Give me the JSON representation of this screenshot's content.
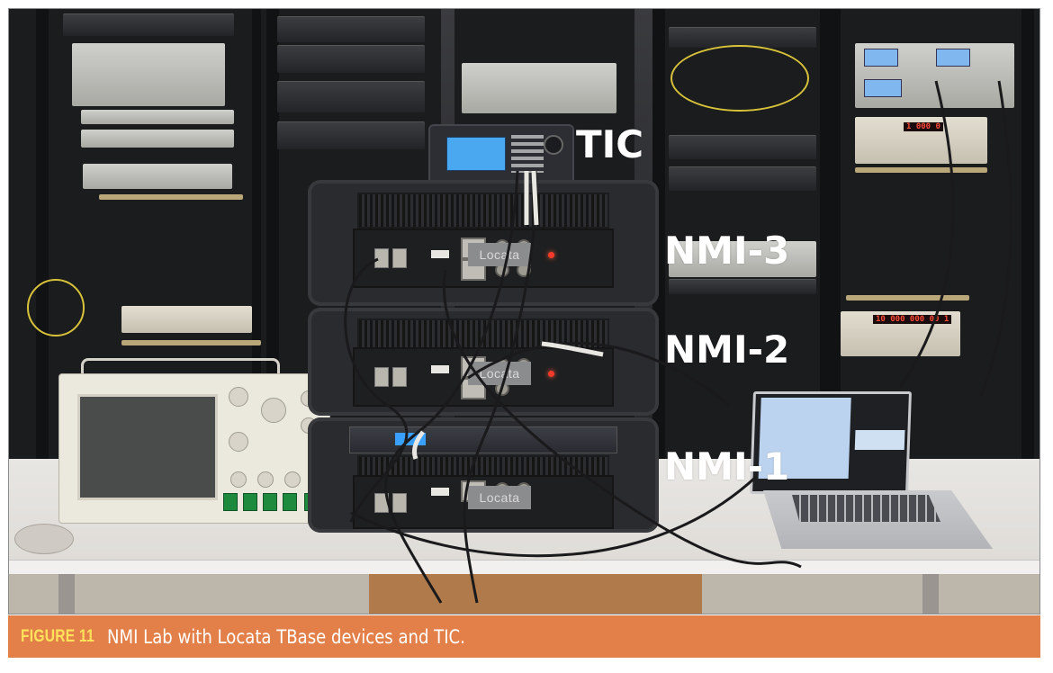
{
  "figure": {
    "number_label": "FIGURE 11",
    "caption": "NMI Lab with Locata TBase devices and TIC.",
    "caption_bar_color": "#e3804a",
    "number_label_color": "#ffe25a"
  },
  "photo": {
    "overlay_labels": {
      "tic": "TIC",
      "nmi3": "NMI-3",
      "nmi2": "NMI-2",
      "nmi1": "NMI-1"
    },
    "devices": {
      "locata_brand": "Locata",
      "rack_display_1": "1 000 0",
      "rack_display_2": "10 000 000 00 1"
    }
  }
}
